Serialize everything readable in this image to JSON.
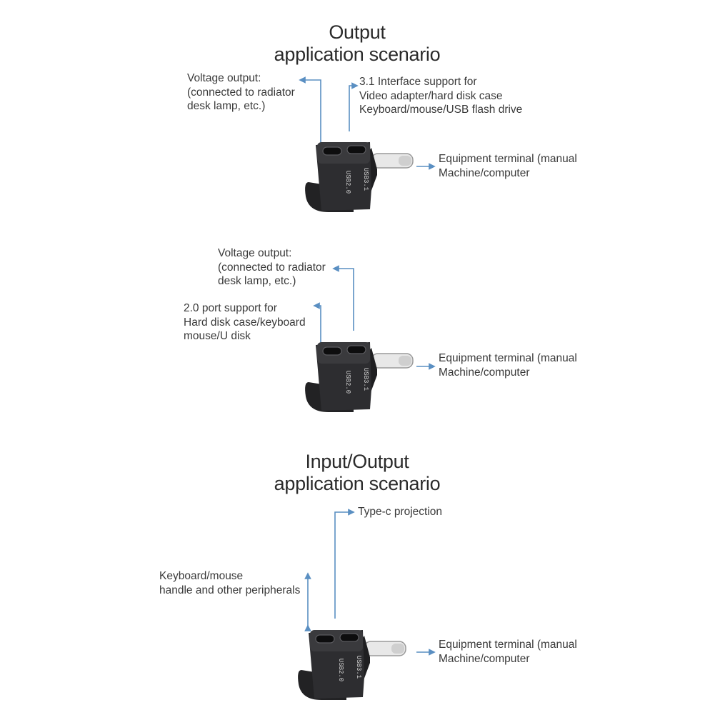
{
  "section1": {
    "title_line1": "Output",
    "title_line2": "application scenario",
    "left_label": [
      "Voltage output:",
      "(connected to radiator",
      "desk lamp, etc.)"
    ],
    "top_label": [
      "3.1 Interface support for",
      "Video adapter/hard disk case",
      "Keyboard/mouse/USB flash drive"
    ],
    "right_label": [
      "Equipment terminal (manual",
      "Machine/computer"
    ],
    "port_left": "USB2.0",
    "port_right": "USB3.1"
  },
  "section2": {
    "top_label": [
      "Voltage output:",
      "(connected to radiator",
      "desk lamp, etc.)"
    ],
    "left_label": [
      "2.0 port support for",
      "Hard disk case/keyboard",
      "mouse/U disk"
    ],
    "right_label": [
      "Equipment terminal (manual",
      "Machine/computer"
    ],
    "port_left": "USB2.0",
    "port_right": "USB3.1"
  },
  "section3": {
    "title_line1": "Input/Output",
    "title_line2": "application scenario",
    "top_label": "Type-c projection",
    "left_label": [
      "Keyboard/mouse",
      "handle and other peripherals"
    ],
    "right_label": [
      "Equipment terminal (manual",
      "Machine/computer"
    ],
    "port_left": "USB2.0",
    "port_right": "USB3.1"
  },
  "colors": {
    "line": "#5a8fc2",
    "device": "#2a2a2c",
    "text": "#3a3a3a"
  }
}
